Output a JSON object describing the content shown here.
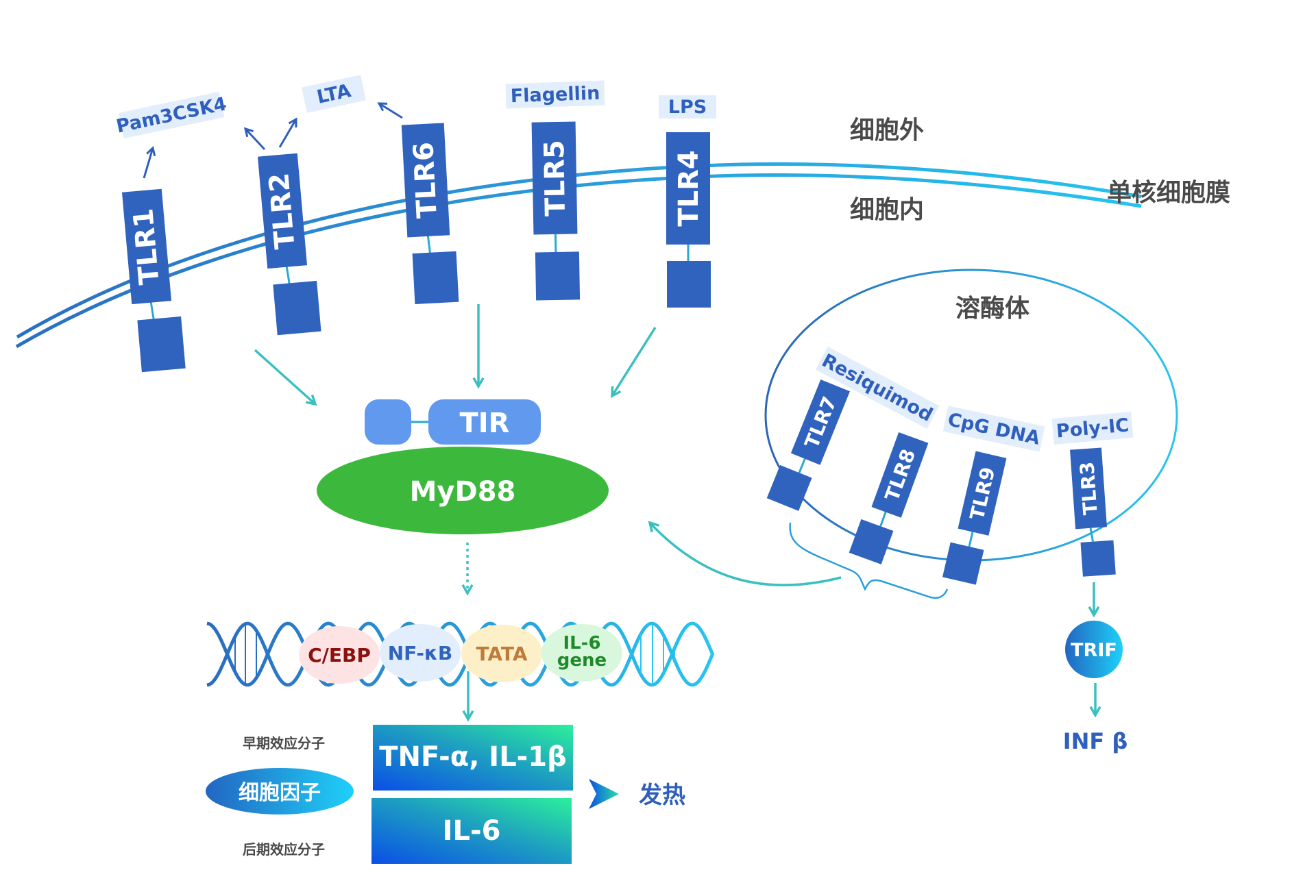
{
  "regions": {
    "extracellular": "细胞外",
    "intracellular": "细胞内",
    "membrane": "单核细胞膜",
    "lysosome": "溶酶体"
  },
  "ligands": {
    "pam3csk4": "Pam3CSK4",
    "lta": "LTA",
    "flagellin": "Flagellin",
    "lps": "LPS",
    "resiquimod": "Resiquimod",
    "cpg_dna": "CpG DNA",
    "poly_ic": "Poly-IC"
  },
  "receptors": {
    "tlr1": "TLR1",
    "tlr2": "TLR2",
    "tlr6": "TLR6",
    "tlr5": "TLR5",
    "tlr4": "TLR4",
    "tlr7": "TLR7",
    "tlr8": "TLR8",
    "tlr9": "TLR9",
    "tlr3": "TLR3"
  },
  "adaptors": {
    "tir": "TIR",
    "myd88": "MyD88",
    "trif": "TRIF",
    "inf_beta": "INF β"
  },
  "dna": {
    "cebp": "C/EBP",
    "nfkb": "NF-κB",
    "tata": "TATA",
    "il6_gene_line1": "IL-6",
    "il6_gene_line2": "gene"
  },
  "cytokines": {
    "label": "细胞因子",
    "early_label": "早期效应分子",
    "late_label": "后期效应分子",
    "early_box": "TNF-α, IL-1β",
    "late_box": "IL-6",
    "outcome": "发热"
  },
  "colors": {
    "receptor": "#3063bd",
    "ligand_bg": "#e3eefc",
    "arrow_teal": "#3bbfbf",
    "tir": "#6199ee",
    "myd88": "#3cb93c",
    "cebp_bg": "#fde3e3",
    "cebp_text": "#8b1010",
    "nfkb_bg": "#e3eefc",
    "nfkb_text": "#3063bd",
    "tata_bg": "#fdf0c8",
    "tata_text": "#c07a3a",
    "il6_bg": "#d8f7dc",
    "il6_text": "#1f8a2a"
  }
}
